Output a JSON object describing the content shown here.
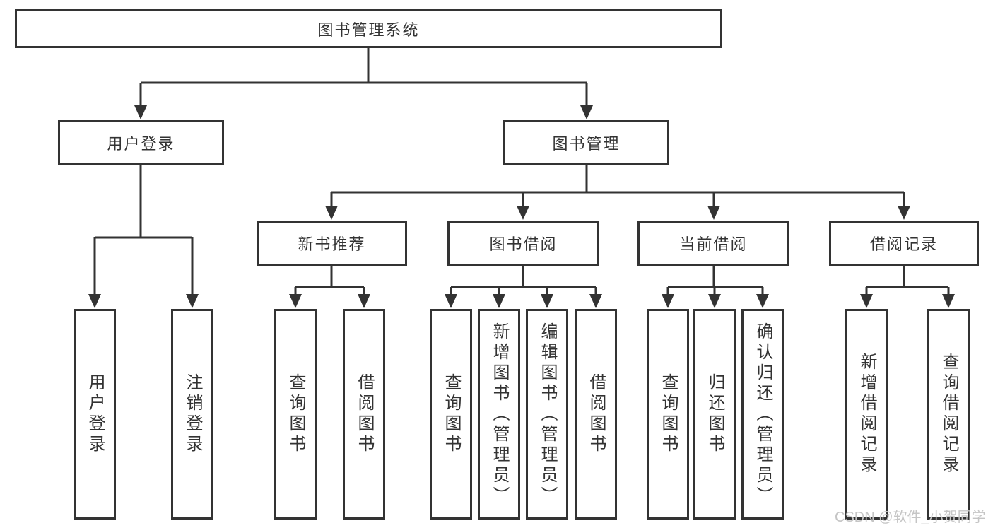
{
  "diagram_title": "图书管理系统",
  "colors": {
    "line": "#333333",
    "box_border": "#333333",
    "text": "#333333",
    "background": "#ffffff",
    "watermark": "#c5c5c5"
  },
  "watermark": {
    "text": "CSDN @软件_小贺同学"
  },
  "tree": {
    "label": "图书管理系统",
    "children": [
      {
        "label": "用户登录",
        "children": [
          {
            "label": "用户登录"
          },
          {
            "label": "注销登录"
          }
        ]
      },
      {
        "label": "图书管理",
        "children": [
          {
            "label": "新书推荐",
            "children": [
              {
                "label": "查询图书"
              },
              {
                "label": "借阅图书"
              }
            ]
          },
          {
            "label": "图书借阅",
            "children": [
              {
                "label": "查询图书"
              },
              {
                "label": "新增图书（管理员）"
              },
              {
                "label": "编辑图书（管理员）"
              },
              {
                "label": "借阅图书"
              }
            ]
          },
          {
            "label": "当前借阅",
            "children": [
              {
                "label": "查询图书"
              },
              {
                "label": "归还图书"
              },
              {
                "label": "确认归还（管理员）"
              }
            ]
          },
          {
            "label": "借阅记录",
            "children": [
              {
                "label": "新增借阅记录"
              },
              {
                "label": "查询借阅记录"
              }
            ]
          }
        ]
      }
    ]
  }
}
